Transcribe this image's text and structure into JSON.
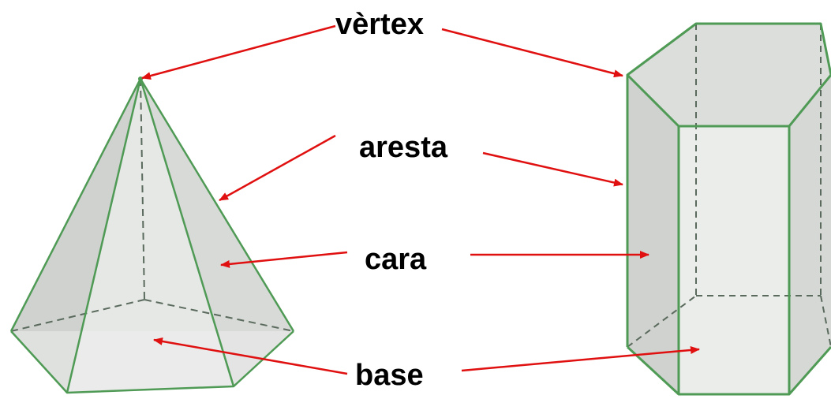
{
  "labels": {
    "vertex": "vèrtex",
    "edge": "aresta",
    "face": "cara",
    "base": "base"
  },
  "colors": {
    "background": "#ffffff",
    "edge_line": "#4f9a55",
    "hidden_edge": "#5a6a5c",
    "face_fill": "#e4e6e4",
    "arrow": "#e01010",
    "label_text": "#000000"
  },
  "shapes": [
    "pentagonal-pyramid",
    "hexagonal-prism"
  ]
}
